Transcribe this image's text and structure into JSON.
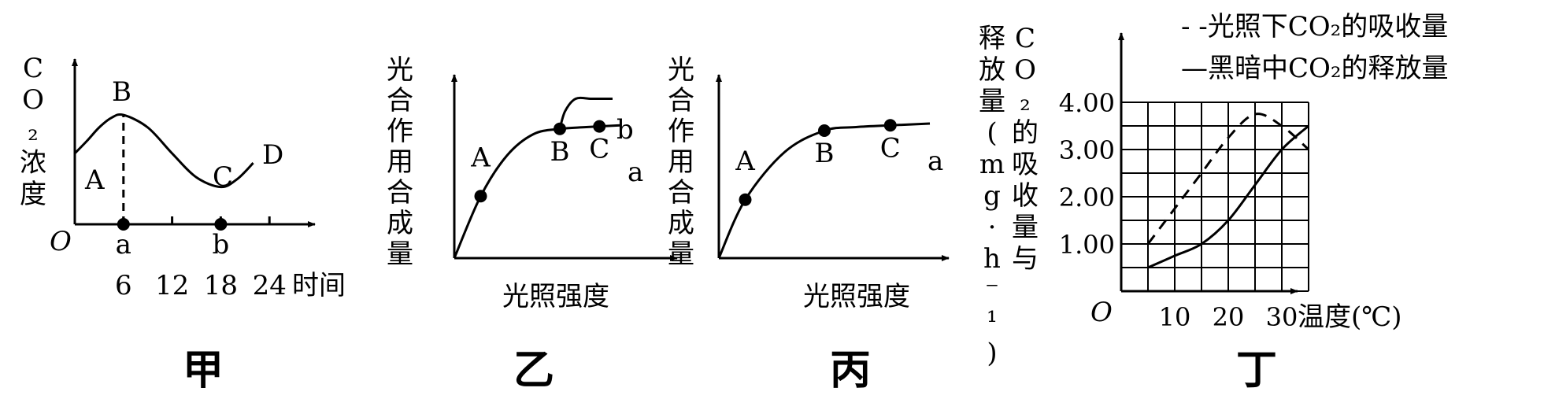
{
  "chart_data": [
    {
      "panel": "jia",
      "type": "line",
      "caption": "甲",
      "ylabel": "CO₂浓度",
      "origin": "O",
      "xlabel": "时间",
      "x_ticks": [
        "6",
        "12",
        "18",
        "24"
      ],
      "x": [
        0,
        1.5,
        3,
        4.5,
        6,
        9,
        12,
        15,
        18,
        20,
        22
      ],
      "values": [
        0.55,
        0.68,
        0.82,
        0.92,
        0.95,
        0.82,
        0.55,
        0.3,
        0.2,
        0.28,
        0.45
      ],
      "axis_marks": [
        {
          "x": 6,
          "label": "a"
        },
        {
          "x": 18,
          "label": "b"
        }
      ],
      "point_labels": [
        "A",
        "B",
        "C",
        "D"
      ]
    },
    {
      "panel": "yi",
      "type": "line",
      "caption": "乙",
      "ylabel": "光合作用合成量",
      "xlabel": "光照强度",
      "series": [
        {
          "name": "a",
          "x": [
            0,
            1,
            2,
            3,
            4,
            5,
            6.3
          ],
          "values": [
            0,
            0.35,
            0.58,
            0.7,
            0.73,
            0.74,
            0.75
          ]
        },
        {
          "name": "b",
          "x": [
            4,
            4.2,
            4.6,
            5.2,
            6
          ],
          "values": [
            0.73,
            0.83,
            0.9,
            0.9,
            0.9
          ]
        }
      ],
      "points": [
        {
          "label": "A",
          "x": 1
        },
        {
          "label": "B",
          "x": 4
        },
        {
          "label": "C",
          "x": 5.5
        }
      ]
    },
    {
      "panel": "bing",
      "type": "line",
      "caption": "丙",
      "ylabel": "光合作用合成量",
      "xlabel": "光照强度",
      "series": [
        {
          "name": "a",
          "x": [
            0,
            1,
            2.5,
            4,
            5.2,
            6.5,
            8
          ],
          "values": [
            0,
            0.33,
            0.6,
            0.72,
            0.74,
            0.75,
            0.76
          ]
        }
      ],
      "points": [
        {
          "label": "A",
          "x": 1
        },
        {
          "label": "B",
          "x": 4
        },
        {
          "label": "C",
          "x": 6.5
        }
      ]
    },
    {
      "panel": "ding",
      "type": "line",
      "caption": "丁",
      "ylabel_line1": "CO₂的吸收量与",
      "ylabel_line2": "释放量(mg·h⁻¹)",
      "xlabel": "温度(℃)",
      "origin": "O",
      "y_ticks": [
        "1.00",
        "2.00",
        "3.00",
        "4.00"
      ],
      "x_ticks": [
        "10",
        "20",
        "30"
      ],
      "xlim": [
        0,
        35
      ],
      "ylim": [
        0,
        4
      ],
      "grid": true,
      "legend": [
        "- -光照下CO₂的吸收量",
        "—黑暗中CO₂的释放量"
      ],
      "series": [
        {
          "name": "光照下CO₂的吸收量",
          "style": "dashed",
          "x": [
            5,
            10,
            15,
            20,
            25,
            30,
            35
          ],
          "values": [
            1,
            1.75,
            2.5,
            3.25,
            3.75,
            3.5,
            3
          ]
        },
        {
          "name": "黑暗中CO₂的释放量",
          "style": "solid",
          "x": [
            5,
            10,
            15,
            20,
            25,
            30,
            35
          ],
          "values": [
            0.5,
            0.75,
            1,
            1.5,
            2.25,
            3,
            3.5
          ]
        }
      ]
    }
  ]
}
